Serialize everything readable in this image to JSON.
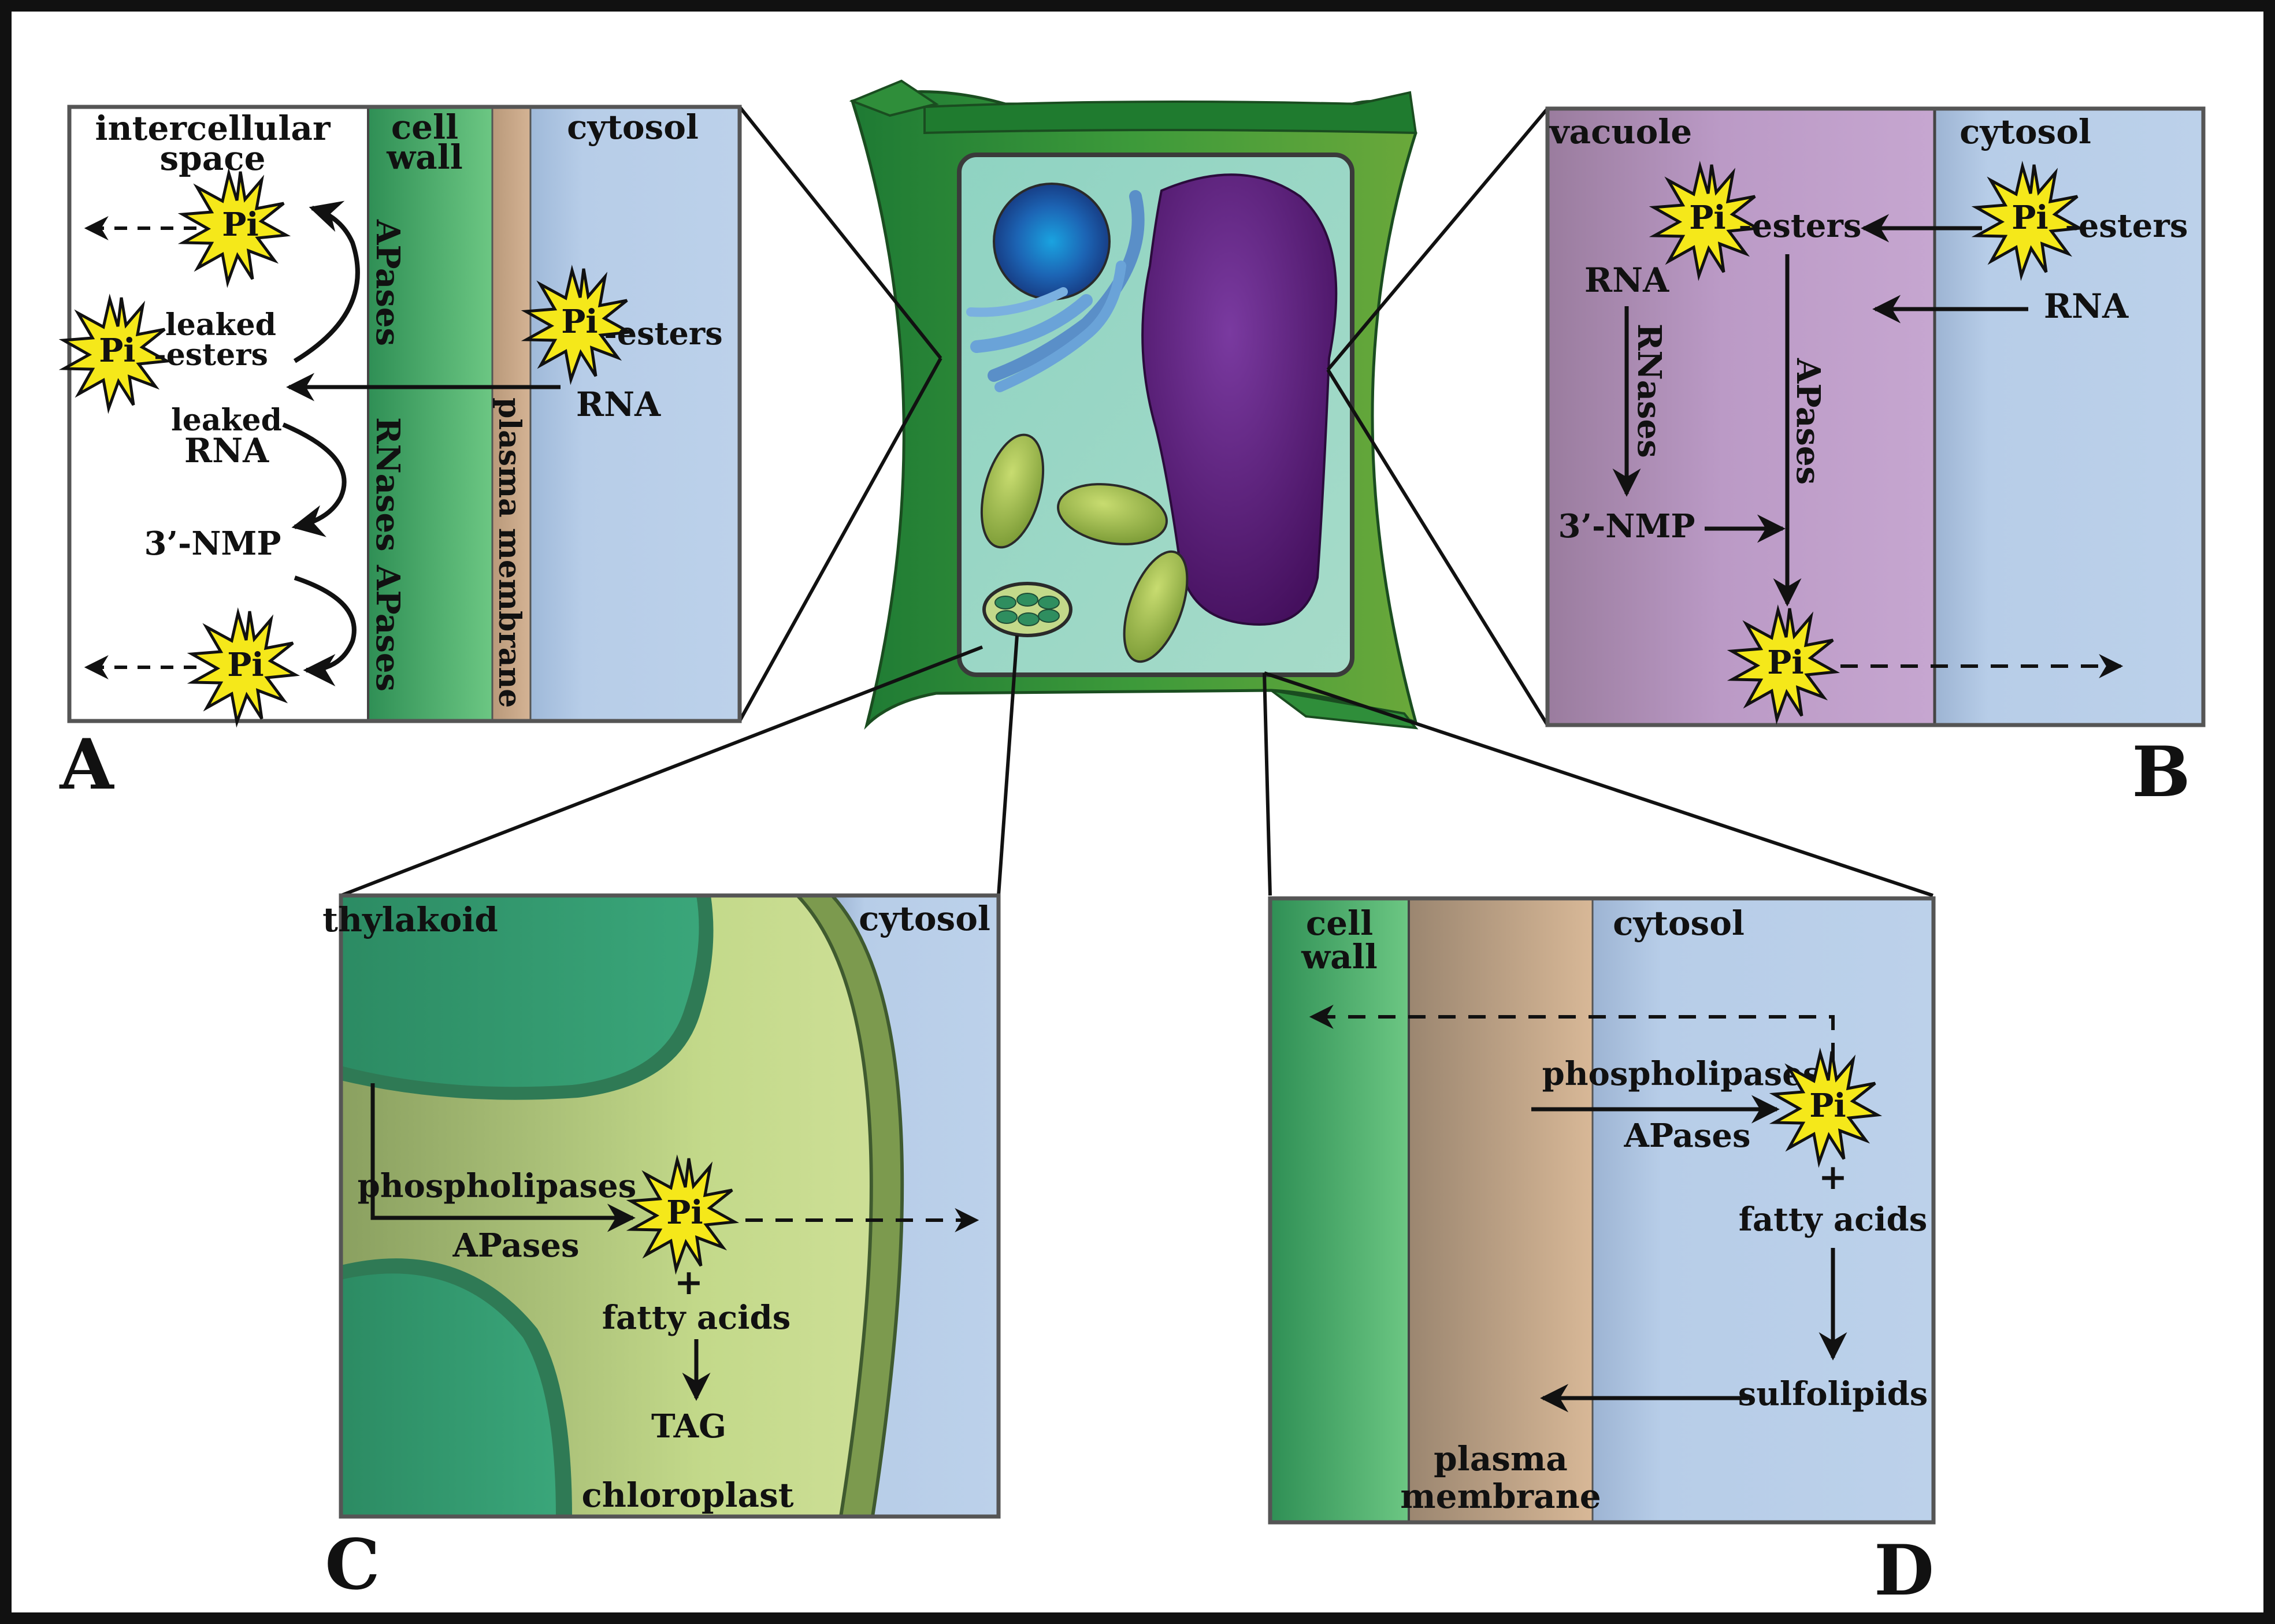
{
  "panels": {
    "A": {
      "letter": "A",
      "intercellular_space_1": "intercellular",
      "intercellular_space_2": "space",
      "cell_wall_1": "cell",
      "cell_wall_2": "wall",
      "cytosol": "cytosol",
      "apases_1": "APases",
      "rnases": "RNases",
      "apases_2": "APases",
      "plasma_membrane": "plasma membrane",
      "pi_top": "Pi",
      "pi_leaked": "Pi",
      "pi_cytosol": "Pi",
      "pi_bottom": "Pi",
      "leaked": "leaked",
      "leaked_esters": "-esters",
      "cytosol_esters": "-esters",
      "rna": "RNA",
      "leaked_rna_1": "leaked",
      "leaked_rna_2": "RNA",
      "nmp": "3’-NMP"
    },
    "B": {
      "letter": "B",
      "vacuole": "vacuole",
      "cytosol": "cytosol",
      "pi_vacuole": "Pi",
      "pi_cytosol": "Pi",
      "pi_bottom": "Pi",
      "esters_vacuole": "-esters",
      "esters_cytosol": "-esters",
      "rna_vacuole": "RNA",
      "rna_cytosol": "RNA",
      "rnases": "RNases",
      "apases": "APases",
      "nmp": "3’-NMP"
    },
    "C": {
      "letter": "C",
      "thylakoid": "thylakoid",
      "cytosol": "cytosol",
      "phospholipases": "phospholipases",
      "apases": "APases",
      "pi": "Pi",
      "plus": "+",
      "fatty_acids": "fatty acids",
      "tag": "TAG",
      "chloroplast": "chloroplast"
    },
    "D": {
      "letter": "D",
      "cell_wall_1": "cell",
      "cell_wall_2": "wall",
      "cytosol": "cytosol",
      "phospholipases": "phospholipases",
      "apases": "APases",
      "pi": "Pi",
      "plus": "+",
      "fatty_acids": "fatty acids",
      "sulfolipids": "sulfolipids",
      "plasma_membrane_1": "plasma",
      "plasma_membrane_2": "membrane"
    }
  },
  "colors": {
    "pi_star": "#f5e81a",
    "cell_wall_green": "#3aa05a",
    "plasma_membrane_tan": "#c9a882",
    "cytosol_blue": "#b7cde8",
    "vacuole_purple": "#b897c4",
    "thylakoid_green": "#2f9c6f",
    "stroma_yellowgreen": "#c3d98a",
    "nucleus_blue": "#1f5fb0",
    "central_vacuole_purple": "#5a1c78"
  }
}
